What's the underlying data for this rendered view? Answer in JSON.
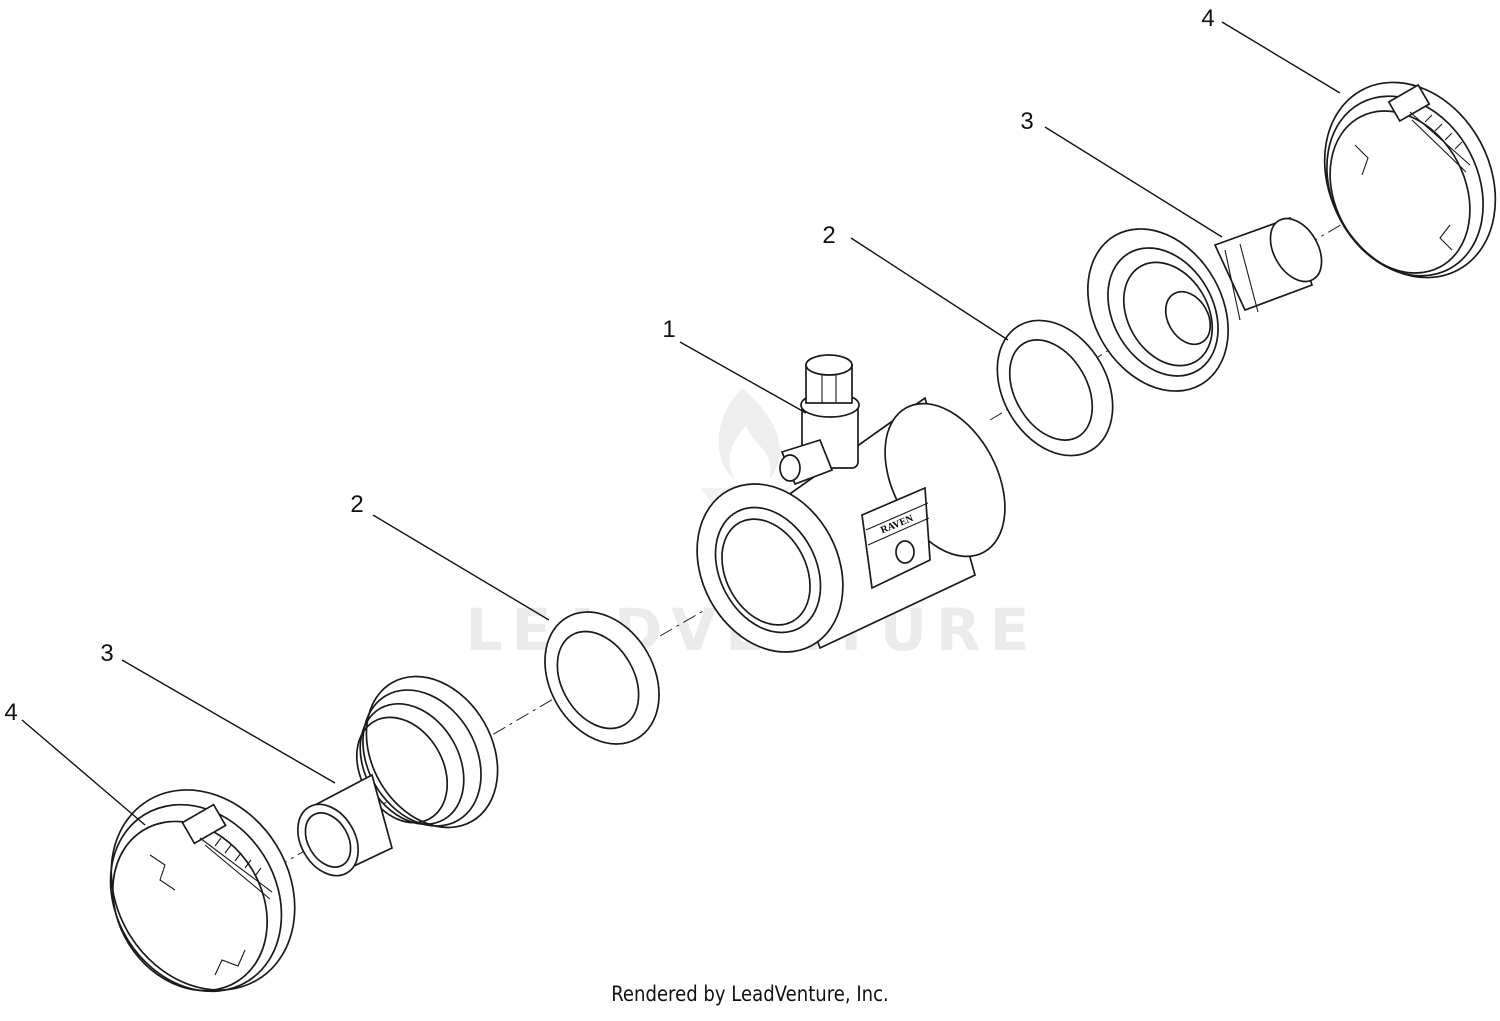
{
  "watermark": {
    "text": "LEADVENTURE"
  },
  "nameplate": {
    "text": "RAVEN"
  },
  "callouts": [
    {
      "id": "valve-body",
      "label": "1"
    },
    {
      "id": "gasket-right",
      "label": "2"
    },
    {
      "id": "gasket-left",
      "label": "2"
    },
    {
      "id": "hose-barb-right",
      "label": "3"
    },
    {
      "id": "hose-barb-left",
      "label": "3"
    },
    {
      "id": "clamp-right",
      "label": "4"
    },
    {
      "id": "clamp-left",
      "label": "4"
    }
  ],
  "footer": {
    "text": "Rendered by LeadVenture, Inc."
  }
}
